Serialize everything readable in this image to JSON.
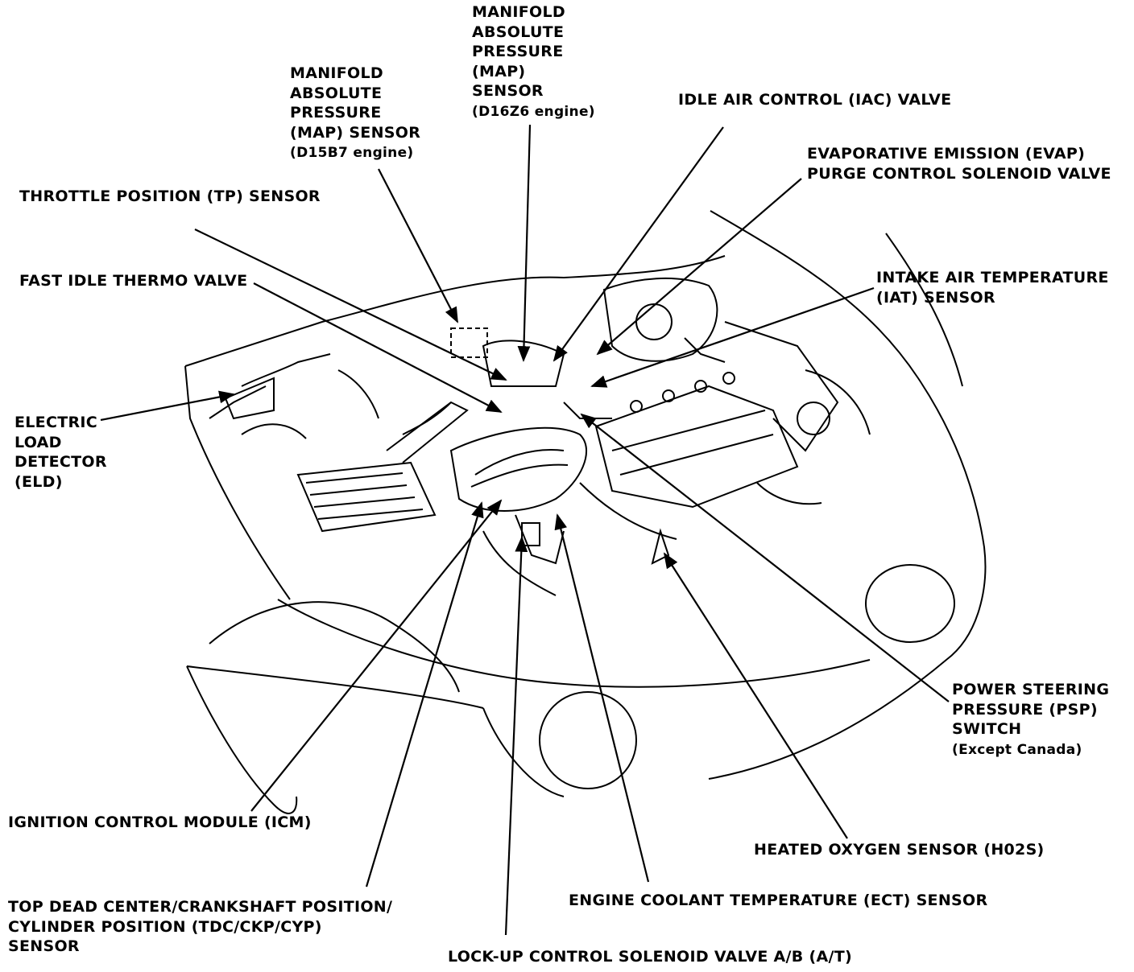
{
  "labels": {
    "map_d16z6": [
      "MANIFOLD",
      "ABSOLUTE",
      "PRESSURE",
      "(MAP)",
      "SENSOR",
      "(D16Z6 engine)"
    ],
    "map_d15b7": [
      "MANIFOLD",
      "ABSOLUTE",
      "PRESSURE",
      "(MAP) SENSOR",
      "(D15B7 engine)"
    ],
    "iac": "IDLE AIR CONTROL (IAC) VALVE",
    "evap": [
      "EVAPORATIVE EMISSION (EVAP)",
      "PURGE CONTROL SOLENOID VALVE"
    ],
    "tp": "THROTTLE POSITION (TP) SENSOR",
    "fast_idle": "FAST IDLE THERMO VALVE",
    "iat": [
      "INTAKE AIR TEMPERATURE",
      "(IAT) SENSOR"
    ],
    "eld": [
      "ELECTRIC",
      "LOAD",
      "DETECTOR",
      "(ELD)"
    ],
    "psp": [
      "POWER STEERING",
      "PRESSURE (PSP)",
      "SWITCH",
      "(Except Canada)"
    ],
    "icm": "IGNITION CONTROL MODULE (ICM)",
    "ho2s": "HEATED OXYGEN SENSOR (H02S)",
    "tdc": [
      "TOP DEAD CENTER/CRANKSHAFT POSITION/",
      "CYLINDER POSITION (TDC/CKP/CYP)",
      "SENSOR"
    ],
    "ect": "ENGINE COOLANT TEMPERATURE (ECT) SENSOR",
    "lockup": "LOCK-UP CONTROL SOLENOID VALVE A/B (A/T)"
  }
}
